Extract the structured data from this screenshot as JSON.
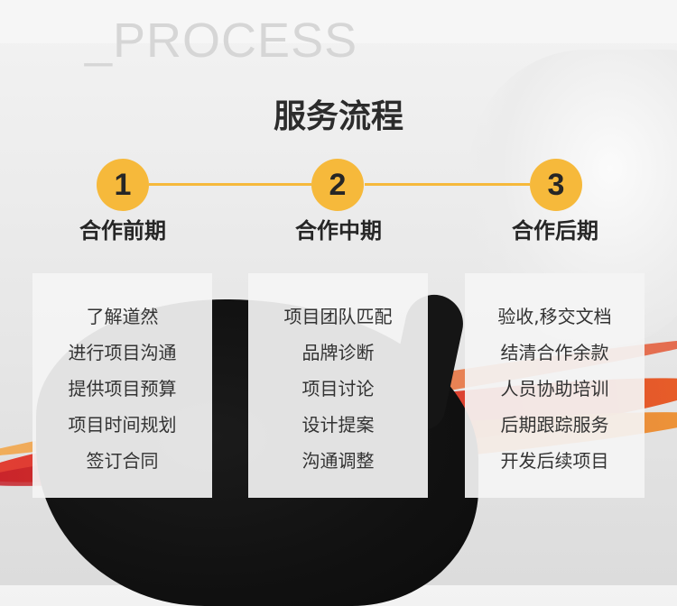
{
  "watermark": "_PROCESS",
  "title": "服务流程",
  "accent_color": "#f6b93b",
  "stages": [
    {
      "number": "1",
      "title": "合作前期",
      "items": [
        "了解道然",
        "进行项目沟通",
        "提供项目预算",
        "项目时间规划",
        "签订合同"
      ]
    },
    {
      "number": "2",
      "title": "合作中期",
      "items": [
        "项目团队匹配",
        "品牌诊断",
        "项目讨论",
        "设计提案",
        "沟通调整"
      ]
    },
    {
      "number": "3",
      "title": "合作后期",
      "items": [
        "验收,移交文档",
        "结清合作余款",
        "人员协助培训",
        "后期跟踪服务",
        "开发后续项目"
      ]
    }
  ]
}
